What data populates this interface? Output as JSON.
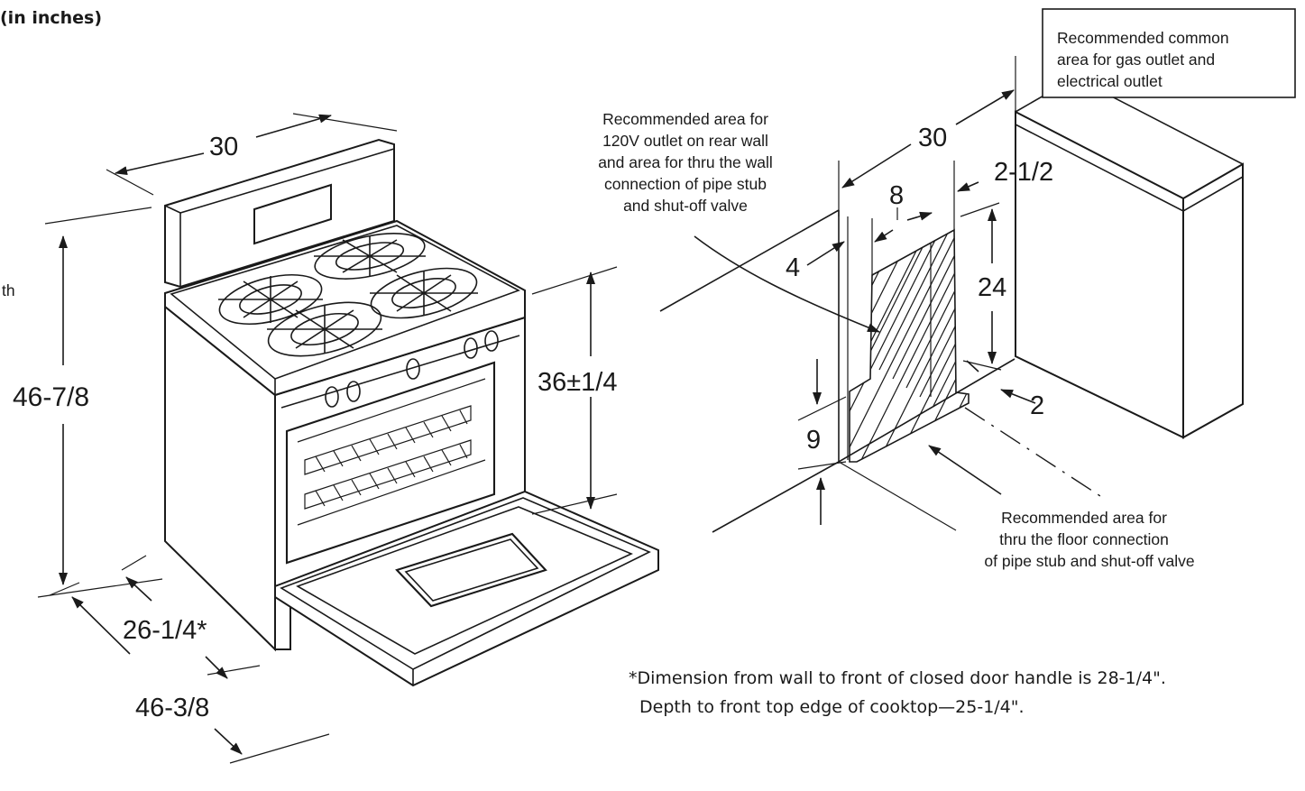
{
  "header": {
    "units_label": "(in inches)"
  },
  "cropped_text": "th",
  "range_dimensions": {
    "width": "30",
    "overall_height": "46-7/8",
    "cooktop_height": "36±1/4",
    "depth": "26-1/4*",
    "depth_door_open": "46-3/8"
  },
  "wall_dimensions": {
    "width": "30",
    "side_offset": "2-1/2",
    "outlet_width": "8",
    "left_offset": "4",
    "outlet_height": "24",
    "floor_offset": "9",
    "floor_depth": "2"
  },
  "callouts": {
    "rear_wall_area": [
      "Recommended area for",
      "120V outlet on rear wall",
      "and area for thru the wall",
      "connection of pipe stub",
      "and shut-off valve"
    ],
    "common_area": [
      "Recommended common",
      "area for gas outlet and",
      "electrical outlet"
    ],
    "floor_area": [
      "Recommended area for",
      "thru the floor connection",
      "of pipe stub and shut-off valve"
    ]
  },
  "footnote": [
    "*Dimension from wall to front of closed door handle is 28-1/4\".",
    "Depth to front top edge of cooktop—25-1/4\"."
  ]
}
